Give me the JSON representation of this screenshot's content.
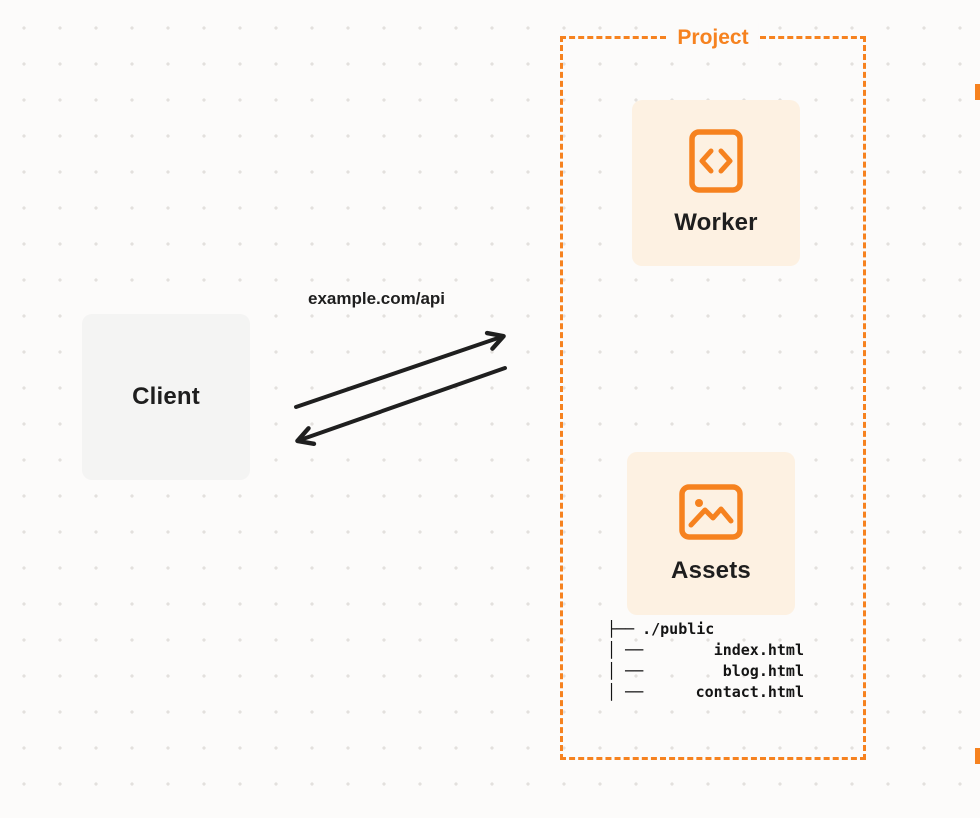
{
  "diagram": {
    "client": {
      "label": "Client"
    },
    "request": {
      "label": "example.com/api"
    },
    "project": {
      "label": "Project",
      "worker": {
        "label": "Worker",
        "icon": "code-icon"
      },
      "assets": {
        "label": "Assets",
        "icon": "image-icon"
      },
      "file_tree": {
        "rows": [
          {
            "prefix": "├──",
            "name": "./public"
          },
          {
            "prefix": "│ ──",
            "name": "index.html"
          },
          {
            "prefix": "│ ──",
            "name": "blog.html"
          },
          {
            "prefix": "│ ──",
            "name": "contact.html"
          }
        ]
      }
    },
    "colors": {
      "accent_orange": "#F6821F",
      "card_background": "#FDF1E2",
      "client_background": "#F4F4F3",
      "arrow": "#1F1F1F",
      "text": "#1E1E1E",
      "page_background": "#FCFBFA"
    }
  }
}
